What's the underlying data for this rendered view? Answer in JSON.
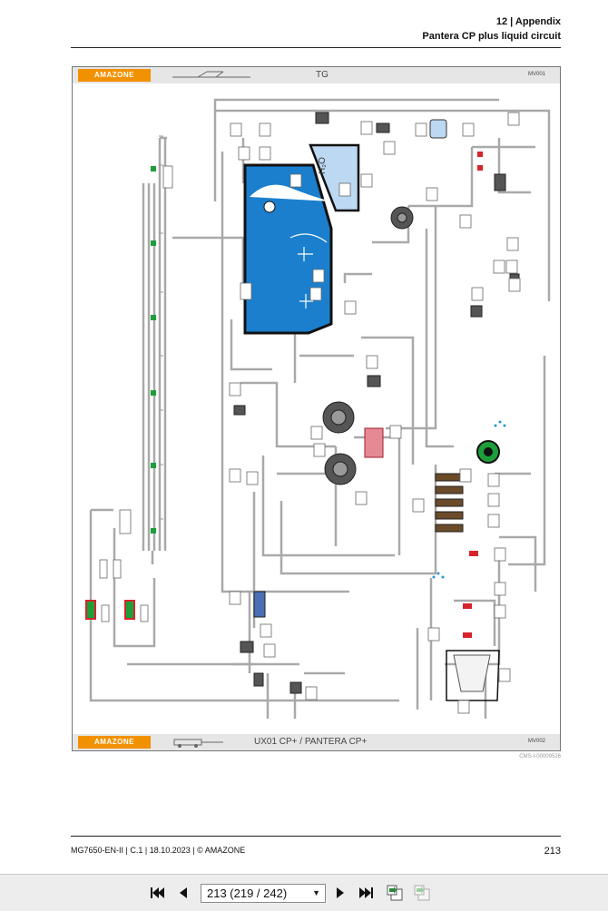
{
  "header": {
    "section": "12 | Appendix",
    "title": "Pantera CP plus liquid circuit"
  },
  "diagram": {
    "brand": "AMAZONE",
    "top_label": "TG",
    "top_code": "MV001",
    "bottom_label": "UX01 CP+ / PANTERA CP+",
    "bottom_code": "MV002",
    "h2o_label": "H₂O"
  },
  "credit": "CMS-I-00009526",
  "footer": {
    "doc_info": "MG7650-EN-II | C.1 | 18.10.2023 | © AMAZONE",
    "page_number": "213"
  },
  "toolbar": {
    "page_display": "213 (219 / 242)",
    "icons": [
      "first-page-icon",
      "previous-page-icon",
      "page-selector",
      "next-page-icon",
      "last-page-icon",
      "fit-page-icon",
      "two-page-icon"
    ]
  },
  "colors": {
    "water": "#1b7fce",
    "logo": "#f29100",
    "pipe": "#a9a9a9",
    "valve_green": "#1e9e3a",
    "valve_red": "#d6242a"
  }
}
